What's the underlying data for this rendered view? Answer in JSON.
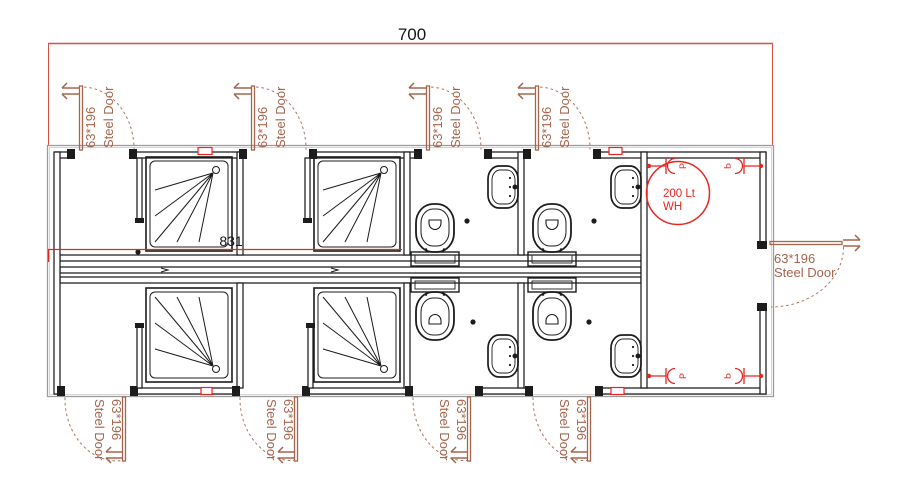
{
  "dimensions": {
    "overall_width": "700",
    "mid_dimension": "831"
  },
  "labels": {
    "door_size": "63*196",
    "door_type": "Steel Door",
    "valve_letter": "P",
    "water_heater_line1": "200 Lt",
    "water_heater_line2": "WH"
  },
  "colors": {
    "ink": "#1c1c1c",
    "gray": "#9b9b9b",
    "door": "#a5654d",
    "red": "#e8251f",
    "dimension": "#d85045"
  }
}
